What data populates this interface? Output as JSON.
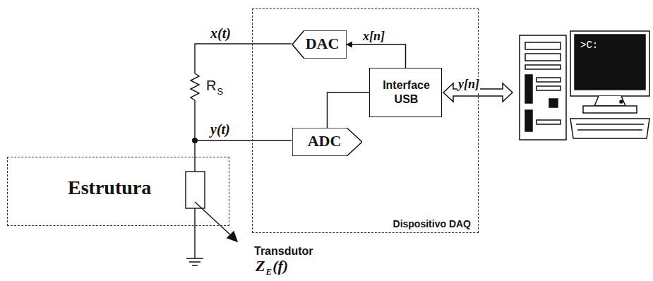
{
  "diagram": {
    "nodes": [
      {
        "text": [
          "Dispositivo DAQ"
        ]
      },
      {
        "text": [
          "DAC"
        ],
        "in": 0
      },
      {
        "text": [
          "Interface USB"
        ],
        "in": 0
      },
      {
        "text": [
          "ADC"
        ],
        "in": 0
      },
      {
        "text": [
          ">C:"
        ]
      },
      {
        "text": [
          "Estrutura"
        ]
      }
    ],
    "edges": [
      {
        "from": 2,
        "to": 1,
        "label": "x[n]",
        "arrow": "to"
      },
      {
        "from": 3,
        "to": 2,
        "label": "y[n]",
        "arrow": "to"
      },
      {
        "from": 2,
        "to": 4,
        "arrow": "both"
      }
    ],
    "labels": [
      "x(t)",
      "R",
      "S",
      "y(t)",
      "Transdutor",
      "Z",
      "E",
      "(f)"
    ]
  }
}
